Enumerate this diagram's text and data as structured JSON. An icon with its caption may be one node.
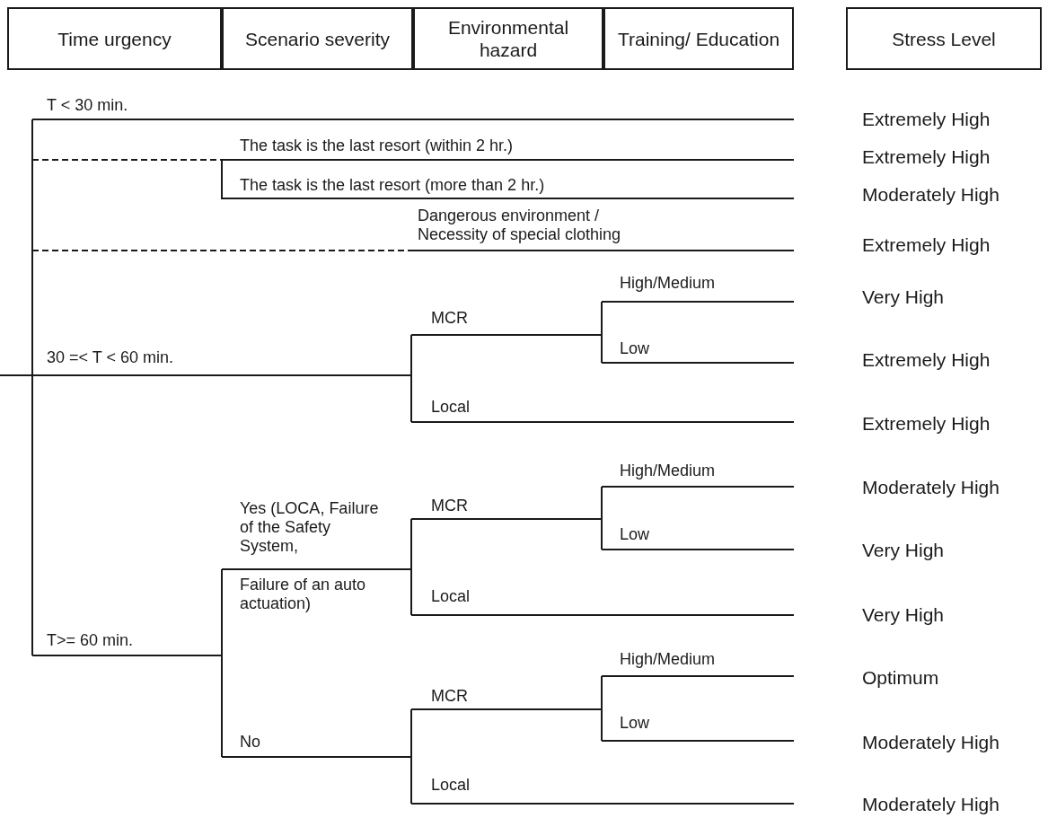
{
  "diagram": {
    "nodes": [
      {
        "text": [
          "Time urgency"
        ]
      },
      {
        "text": [
          "Scenario severity"
        ]
      },
      {
        "text": [
          "Environmental hazard"
        ]
      },
      {
        "text": [
          "Training/ Education"
        ]
      },
      {
        "text": [
          "Stress Level"
        ]
      }
    ],
    "labels": [
      "T < 30 min.",
      "Extremely High",
      "The task is the last resort (within 2 hr.)",
      "Extremely High",
      "The task is the last resort (more than 2 hr.)",
      "Moderately High",
      "Dangerous environment / Necessity of special clothing",
      "Extremely High",
      "High/Medium",
      "Very High",
      "MCR",
      "30 =< T < 60 min.",
      "Low",
      "Extremely High",
      "Local",
      "Extremely High",
      "High/Medium",
      "Moderately High",
      "Yes (LOCA, Failure of the Safety System,",
      "MCR",
      "Low",
      "Very High",
      "Failure of an auto actuation)",
      "Local",
      "Very High",
      "T>= 60 min.",
      "High/Medium",
      "Optimum",
      "MCR",
      "Low",
      "No",
      "Moderately High",
      "Local",
      "Moderately High"
    ]
  }
}
